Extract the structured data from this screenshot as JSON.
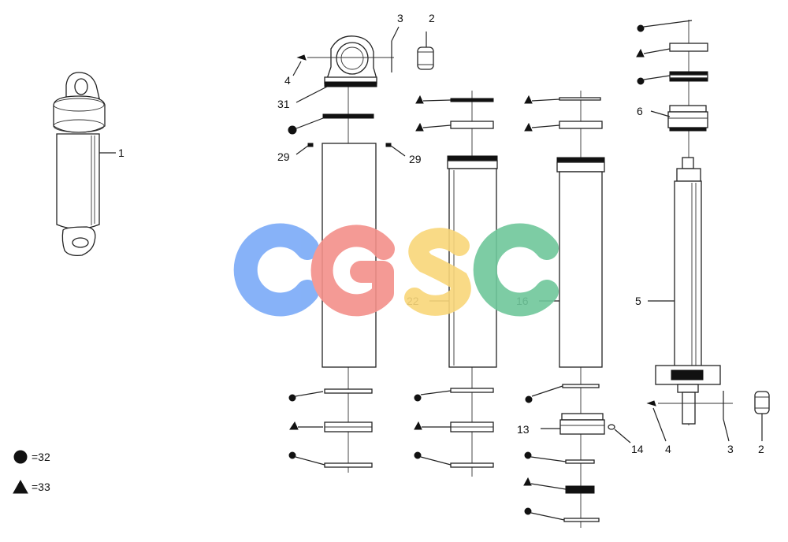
{
  "labels": {
    "cylinder": "1",
    "bearing_top": "2",
    "circlip_top": "3",
    "grease_top": "4",
    "eye": "31",
    "pin_left": "29",
    "pin_right": "29",
    "tube_22": "22",
    "tube_16": "16",
    "gland_6": "6",
    "rod_5": "5",
    "piston_13": "13",
    "part_14": "14",
    "grease_bottom": "4",
    "circlip_bottom": "3",
    "bearing_bottom": "2"
  },
  "legend": [
    {
      "symbol": "circle",
      "text": "=32"
    },
    {
      "symbol": "triangle",
      "text": "=33"
    }
  ],
  "watermark": {
    "letters": [
      "C",
      "G",
      "S",
      "C"
    ],
    "colors": [
      "#7aaaf7",
      "#f3908a",
      "#f9d77a",
      "#6fc79b"
    ]
  }
}
